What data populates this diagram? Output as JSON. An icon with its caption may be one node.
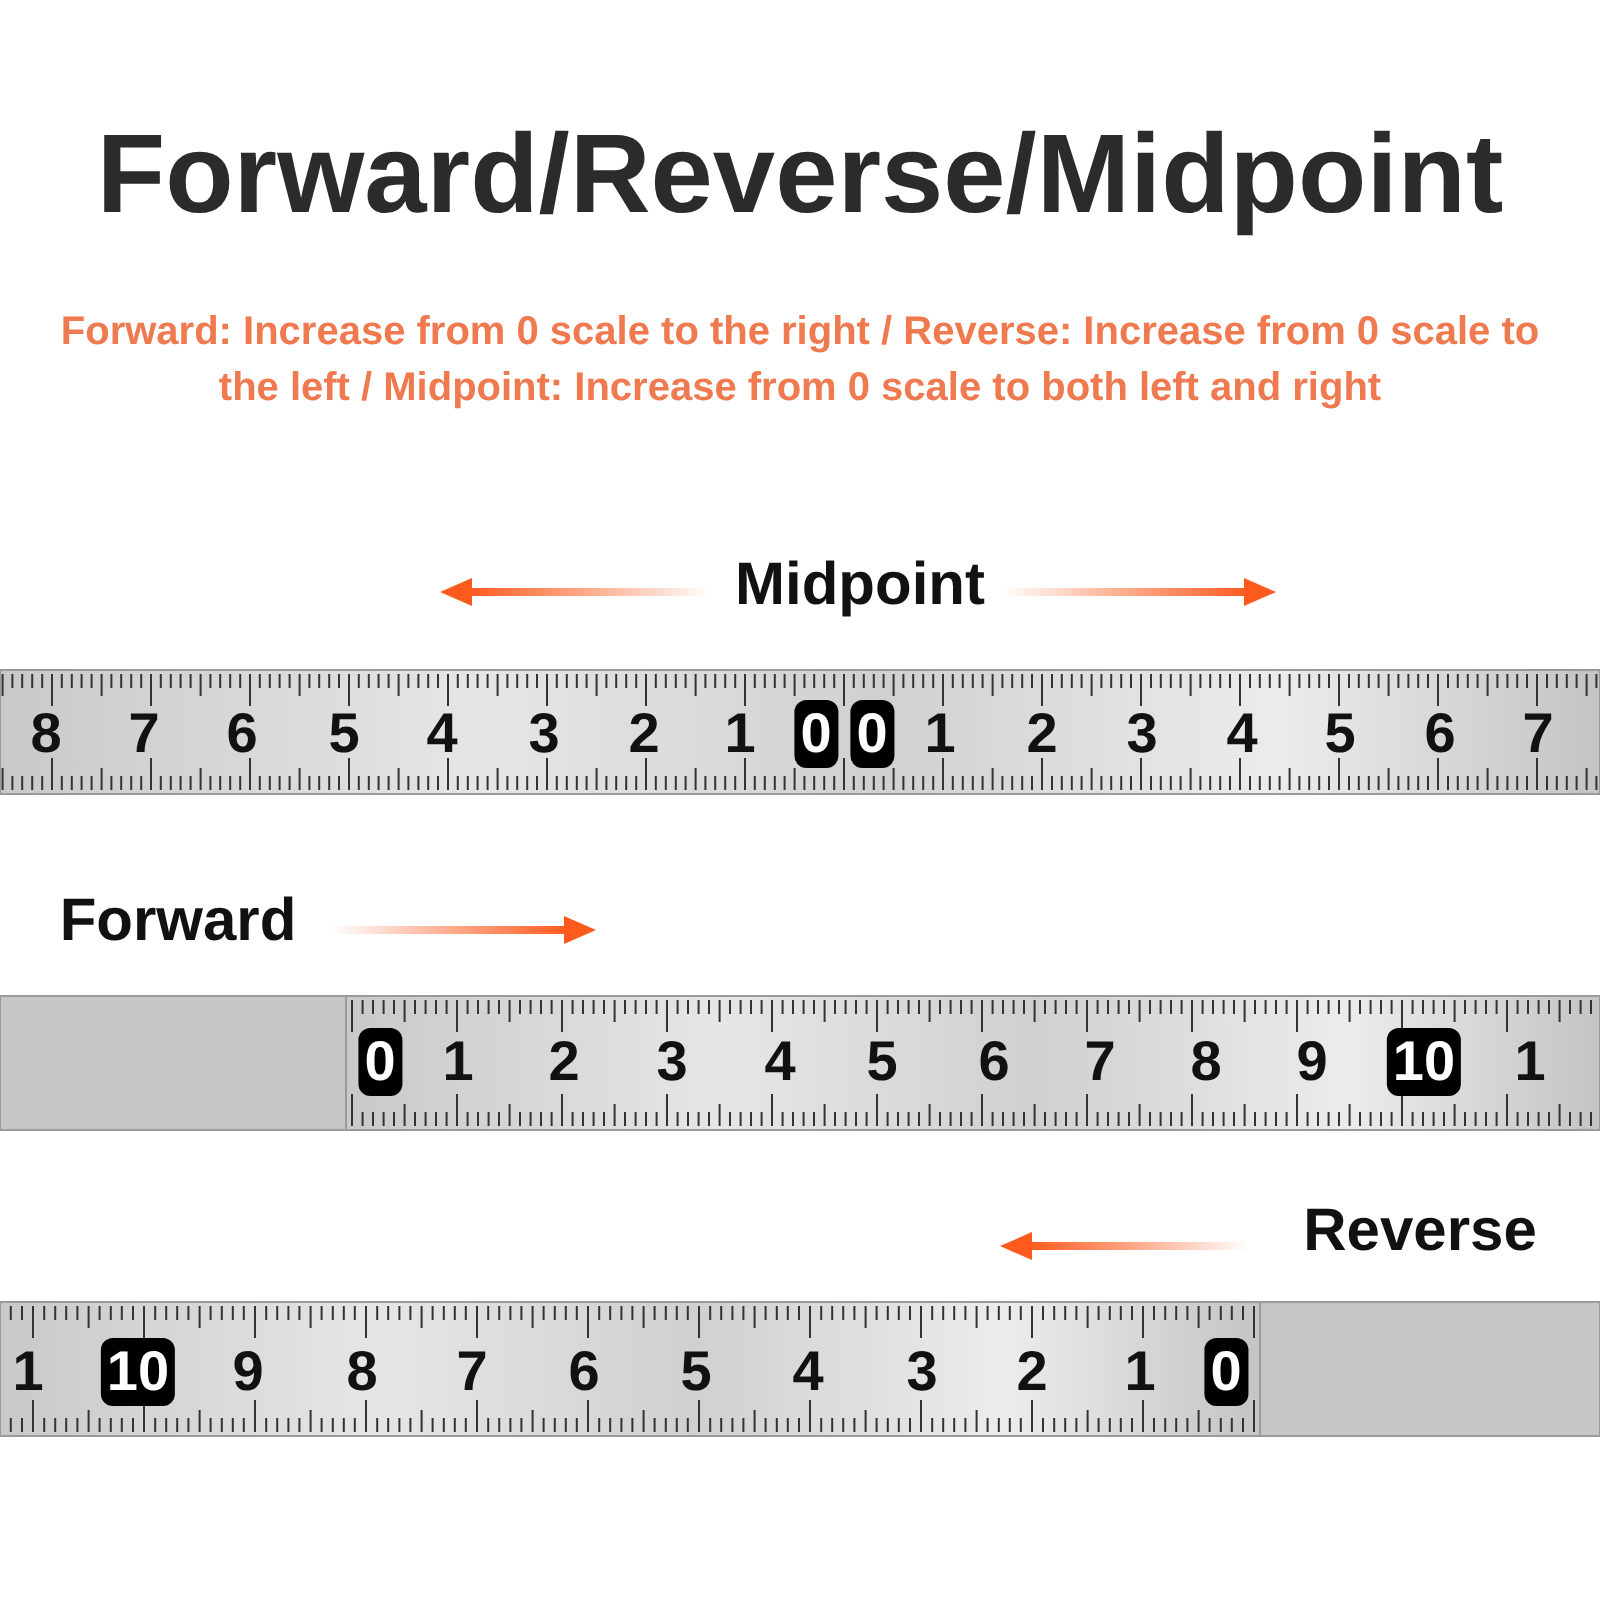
{
  "diagram": {
    "title": "Forward/Reverse/Midpoint",
    "labels": [
      "Forward: Increase from 0 scale to the right / Reverse: Increase from 0 scale to the left / Midpoint: Increase from 0 scale to both left and right",
      "Midpoint",
      "8",
      "7",
      "6",
      "5",
      "4",
      "3",
      "2",
      "1",
      "0",
      "0",
      "1",
      "2",
      "3",
      "4",
      "5",
      "6",
      "7",
      "Forward",
      "0",
      "1",
      "2",
      "3",
      "4",
      "5",
      "6",
      "7",
      "8",
      "9",
      "10",
      "1",
      "Reverse",
      "1",
      "10",
      "9",
      "8",
      "7",
      "6",
      "5",
      "4",
      "3",
      "2",
      "1",
      "0"
    ]
  }
}
